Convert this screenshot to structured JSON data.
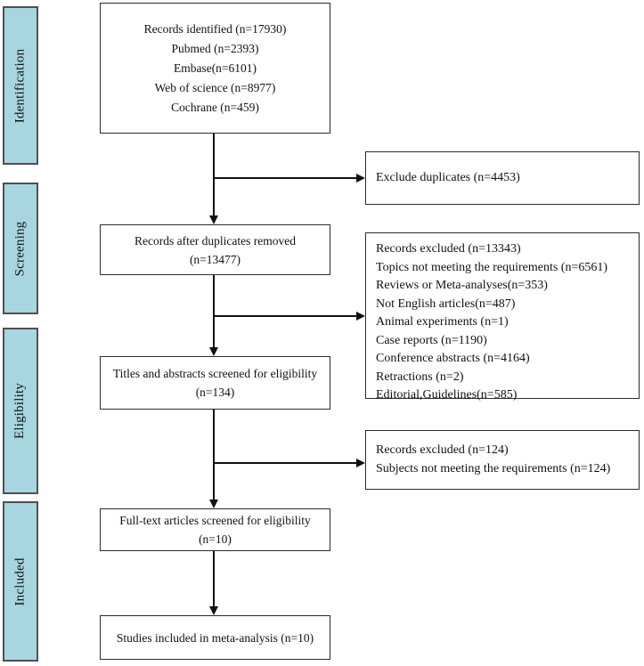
{
  "sidebar": {
    "stages": [
      "Identification",
      "Screening",
      "Eligibility",
      "Included"
    ]
  },
  "flow": {
    "records_identified": {
      "lines": [
        "Records identified (n=17930)",
        "Pubmed (n=2393)",
        "Embase(n=6101)",
        "Web of science (n=8977)",
        "Cochrane (n=459)"
      ]
    },
    "records_after_duplicates": {
      "lines": [
        "Records after duplicates removed",
        "(n=13477)"
      ]
    },
    "titles_abstracts_screened": {
      "lines": [
        "Titles and abstracts screened for eligibility",
        "(n=134)"
      ]
    },
    "full_text_screened": {
      "lines": [
        "Full-text articles screened for eligibility",
        "(n=10)"
      ]
    },
    "studies_included": {
      "lines": [
        "Studies included in meta-analysis (n=10)"
      ]
    }
  },
  "exclusions": {
    "duplicates": {
      "lines": [
        "Exclude duplicates (n=4453)"
      ]
    },
    "screening_reasons": {
      "lines": [
        "Records excluded (n=13343)",
        "Topics not meeting the requirements (n=6561)",
        "Reviews or Meta-analyses(n=353)",
        "Not English articles(n=487)",
        "Animal experiments (n=1)",
        "Case reports (n=1190)",
        "Conference abstracts (n=4164)",
        "Retractions (n=2)",
        "Editorial,Guidelines(n=585)"
      ]
    },
    "eligibility_reasons": {
      "lines": [
        "Records excluded (n=124)",
        "Subjects not meeting the requirements (n=124)"
      ]
    }
  },
  "colors": {
    "stage_fill": "#a7d6e1",
    "stage_border": "#4f4f4f",
    "box_border": "#2b2b2b",
    "box_fill": "#ffffff",
    "connector": "#111111"
  }
}
